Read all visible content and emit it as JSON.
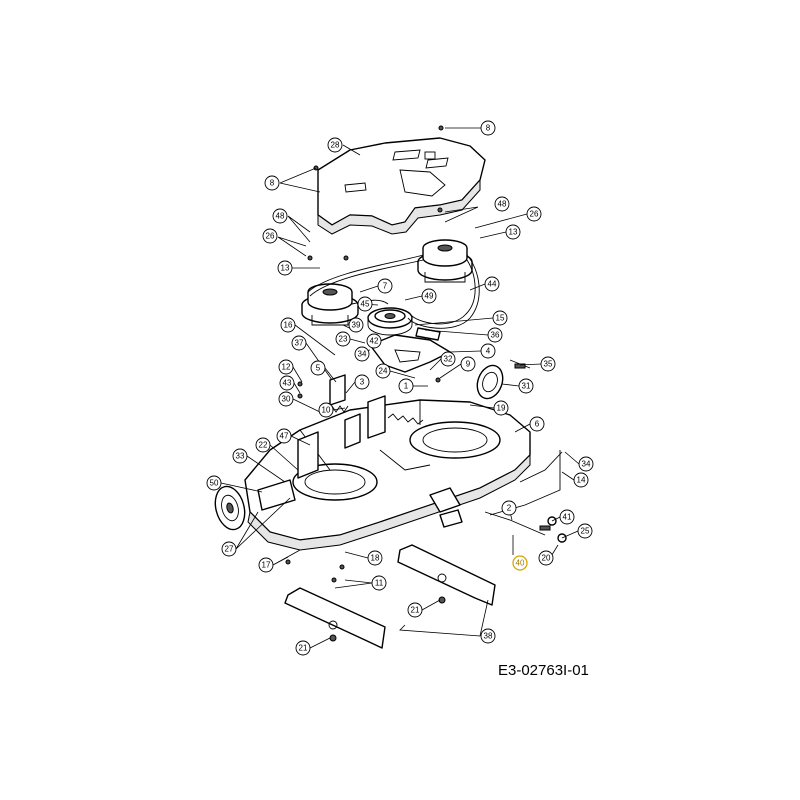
{
  "diagram": {
    "reference_code": "E3-02763I-01",
    "highlight_color": "#d4a600",
    "callouts": [
      {
        "id": "c8a",
        "label": "8"
      },
      {
        "id": "c28",
        "label": "28"
      },
      {
        "id": "c8b",
        "label": "8"
      },
      {
        "id": "c48a",
        "label": "48"
      },
      {
        "id": "c48b",
        "label": "48"
      },
      {
        "id": "c26a",
        "label": "26"
      },
      {
        "id": "c26b",
        "label": "26"
      },
      {
        "id": "c13a",
        "label": "13"
      },
      {
        "id": "c13b",
        "label": "13"
      },
      {
        "id": "c44",
        "label": "44"
      },
      {
        "id": "c7",
        "label": "7"
      },
      {
        "id": "c49",
        "label": "49"
      },
      {
        "id": "c45",
        "label": "45"
      },
      {
        "id": "c15",
        "label": "15"
      },
      {
        "id": "c36a",
        "label": "36"
      },
      {
        "id": "c16",
        "label": "16"
      },
      {
        "id": "c39",
        "label": "39"
      },
      {
        "id": "c23",
        "label": "23"
      },
      {
        "id": "c42",
        "label": "42"
      },
      {
        "id": "c34a",
        "label": "34"
      },
      {
        "id": "c4",
        "label": "4"
      },
      {
        "id": "c35",
        "label": "35"
      },
      {
        "id": "c37",
        "label": "37"
      },
      {
        "id": "c32",
        "label": "32"
      },
      {
        "id": "c9",
        "label": "9"
      },
      {
        "id": "c12",
        "label": "12"
      },
      {
        "id": "c5",
        "label": "5"
      },
      {
        "id": "c24",
        "label": "24"
      },
      {
        "id": "c43",
        "label": "43"
      },
      {
        "id": "c3",
        "label": "3"
      },
      {
        "id": "c1",
        "label": "1"
      },
      {
        "id": "c31",
        "label": "31"
      },
      {
        "id": "c30",
        "label": "30"
      },
      {
        "id": "c10",
        "label": "10"
      },
      {
        "id": "c19",
        "label": "19"
      },
      {
        "id": "c6",
        "label": "6"
      },
      {
        "id": "c22",
        "label": "22"
      },
      {
        "id": "c47",
        "label": "47"
      },
      {
        "id": "c33",
        "label": "33"
      },
      {
        "id": "c34b",
        "label": "34"
      },
      {
        "id": "c14",
        "label": "14"
      },
      {
        "id": "c50",
        "label": "50"
      },
      {
        "id": "c2",
        "label": "2"
      },
      {
        "id": "c41",
        "label": "41"
      },
      {
        "id": "c25",
        "label": "25"
      },
      {
        "id": "c27",
        "label": "27"
      },
      {
        "id": "c40",
        "label": "40"
      },
      {
        "id": "c20",
        "label": "20"
      },
      {
        "id": "c17",
        "label": "17"
      },
      {
        "id": "c18",
        "label": "18"
      },
      {
        "id": "c11",
        "label": "11"
      },
      {
        "id": "c21a",
        "label": "21"
      },
      {
        "id": "c38",
        "label": "38"
      },
      {
        "id": "c21b",
        "label": "21"
      }
    ]
  }
}
